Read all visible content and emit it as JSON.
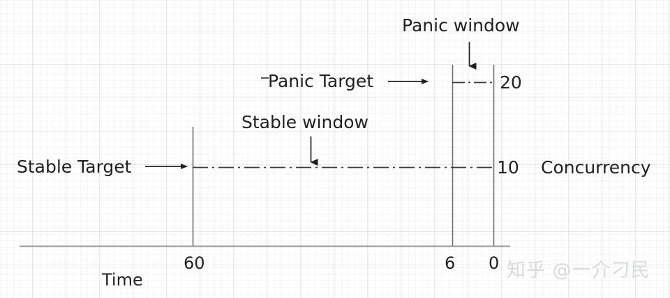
{
  "diagram": {
    "title_axis_x": "Time",
    "title_axis_y": "Concurrency",
    "labels": {
      "panic_window": "Panic window",
      "panic_target": "Panic Target",
      "stable_window": "Stable window",
      "stable_target": "Stable Target"
    },
    "x_ticks": [
      {
        "value": "60"
      },
      {
        "value": "6"
      },
      {
        "value": "0"
      }
    ],
    "y_ticks": [
      {
        "value": "20"
      },
      {
        "value": "10"
      }
    ]
  },
  "chart_data": {
    "type": "line",
    "title": "",
    "xlabel": "Time",
    "ylabel": "Concurrency",
    "x_tick_labels": [
      "60",
      "6",
      "0"
    ],
    "y_tick_labels": [
      "20",
      "10"
    ],
    "annotations": [
      {
        "text": "Panic window",
        "points_to": "region between t=6 and t=0"
      },
      {
        "text": "Panic Target",
        "points_to": "concurrency level 20"
      },
      {
        "text": "Stable window",
        "points_to": "region between t=60 and t=0"
      },
      {
        "text": "Stable Target",
        "points_to": "concurrency level 10"
      }
    ],
    "series": [
      {
        "name": "Panic Target",
        "level": 20,
        "x_from": 6,
        "x_to": 0,
        "style": "dash-dot"
      },
      {
        "name": "Stable Target",
        "level": 10,
        "x_from": 60,
        "x_to": 0,
        "style": "dash-dot"
      }
    ],
    "grid": true,
    "legend": "none"
  },
  "watermark": {
    "text": "知乎 @一介刁民"
  },
  "colors": {
    "ink": "#231f20",
    "rule": "#6f6f72",
    "grid": "#b4becd",
    "watermark": "#d8dade"
  }
}
